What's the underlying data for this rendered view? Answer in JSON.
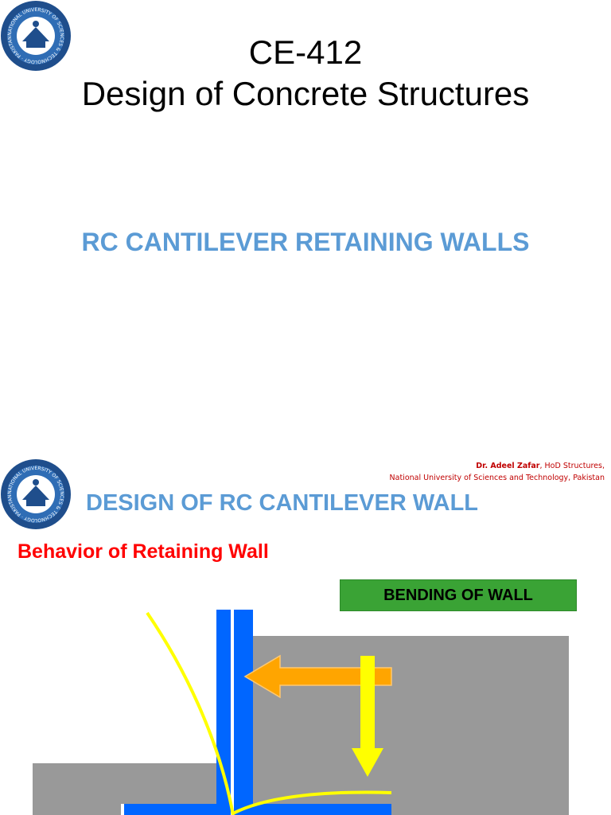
{
  "slide1": {
    "course_code": "CE-412",
    "course_title": "Design of Concrete Structures",
    "topic": "RC CANTILEVER RETAINING WALLS"
  },
  "slide2": {
    "author_name": "Dr. Adeel Zafar",
    "author_role": ", HoD Structures,",
    "author_affiliation": "National University of Sciences and Technology, Pakistan",
    "heading": "DESIGN OF RC CANTILEVER WALL",
    "subheading": "Behavior of Retaining Wall",
    "label": "BENDING OF WALL"
  },
  "logo": {
    "ring_text": "NATIONAL UNIVERSITY OF SCIENCES & TECHNOLOGY · PAKISTAN ·",
    "colors": {
      "outer": "#1f4e8c",
      "ring": "#2f6db5",
      "inner": "#ffffff"
    }
  },
  "colors": {
    "accent_blue": "#5b9bd5",
    "red": "#ff0000",
    "wall_blue": "#0066ff",
    "soil_gray": "#999999",
    "arrow_orange": "#ffa500",
    "arrow_yellow": "#ffff00",
    "label_green": "#3aa335"
  }
}
